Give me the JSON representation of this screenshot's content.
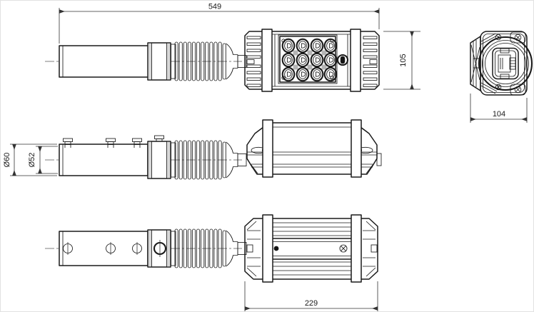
{
  "drawing": {
    "dimensions": {
      "overall_length": "549",
      "head_height": "105",
      "end_width": "104",
      "head_length": "229",
      "handle_outer_diameter": "Ø60",
      "handle_bore_diameter": "Ø52"
    },
    "colors": {
      "line": "#1a1a1a",
      "dimension_line": "#333333",
      "shade_gray": "#b5b5b5",
      "collar_gray": "#d8d8d8",
      "background": "#ffffff"
    },
    "led_grid": {
      "columns": 4,
      "rows": 3,
      "led_count": 12
    }
  }
}
